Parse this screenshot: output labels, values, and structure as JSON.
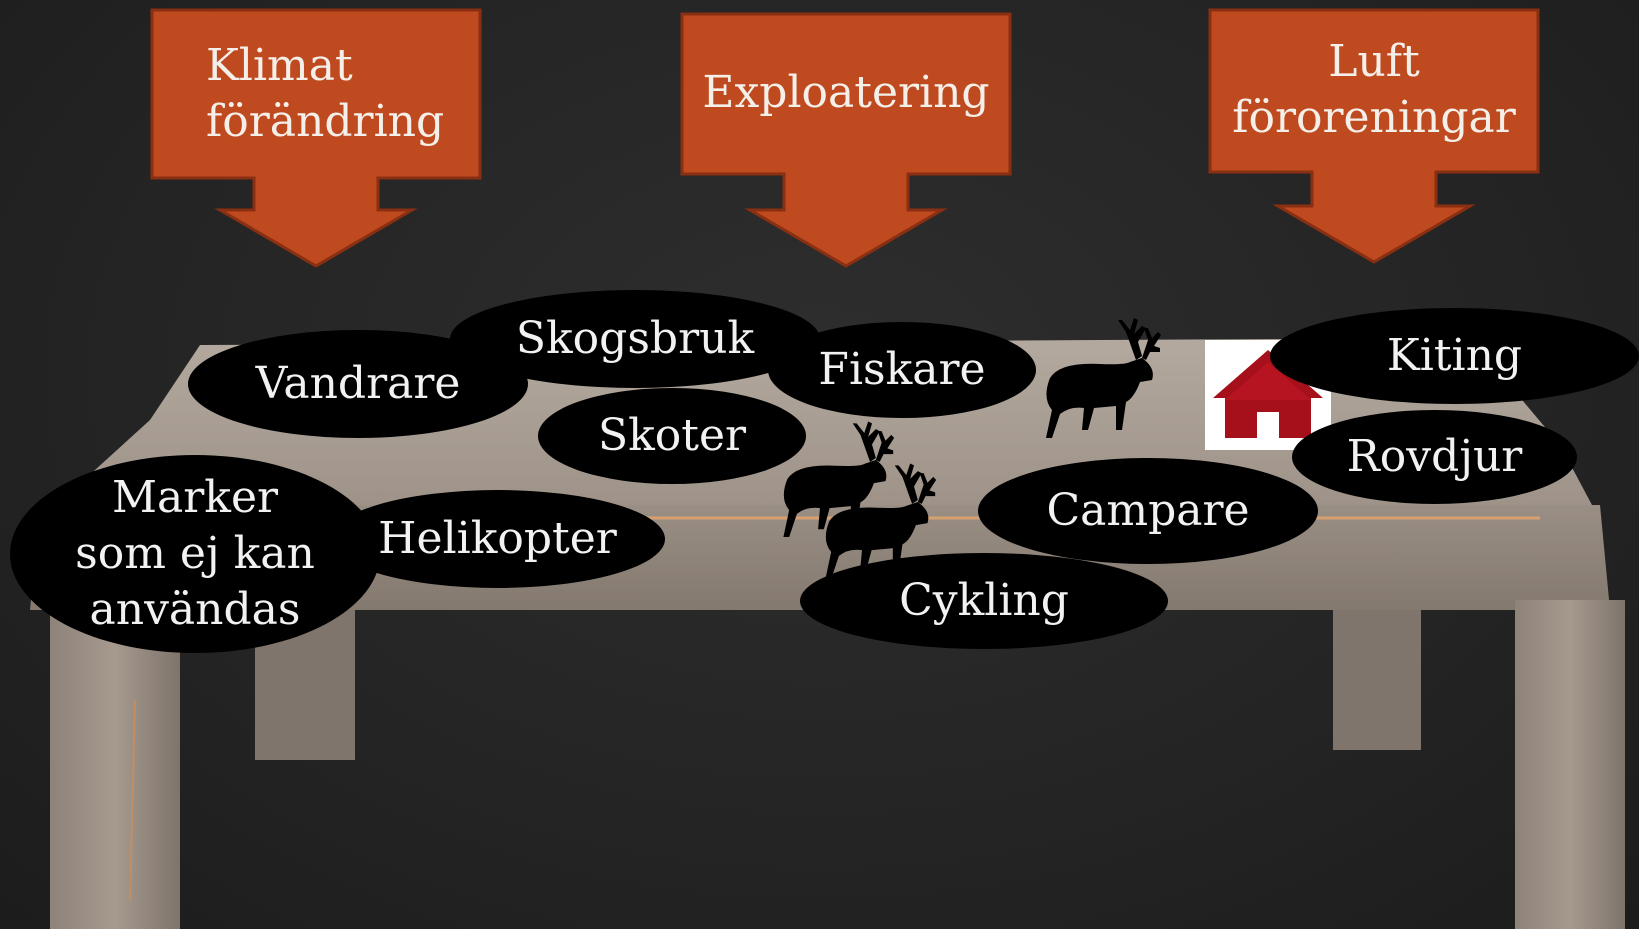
{
  "pressures": [
    {
      "line1": "Klimat",
      "line2": "förändring"
    },
    {
      "line1": "Exploatering",
      "line2": ""
    },
    {
      "line1": "Luft",
      "line2": "föroreningar"
    }
  ],
  "activities": {
    "vandrare": "Vandrare",
    "skogsbruk": "Skogsbruk",
    "fiskare": "Fiskare",
    "kiting": "Kiting",
    "skoter": "Skoter",
    "rovdjur": "Rovdjur",
    "campare": "Campare",
    "helikopter": "Helikopter",
    "cykling": "Cykling",
    "marker": {
      "line1": "Marker",
      "line2": "som ej kan",
      "line3": "användas"
    }
  },
  "colors": {
    "arrow": "#bf4a1f",
    "arrow_border": "#8a2f12",
    "bubble": "#000000",
    "table_top": "#a99d92",
    "table_edge": "#8f847a",
    "house_roof": "#a5101a"
  },
  "icons": [
    "reindeer-icon",
    "reindeer-icon",
    "reindeer-icon",
    "house-icon"
  ]
}
